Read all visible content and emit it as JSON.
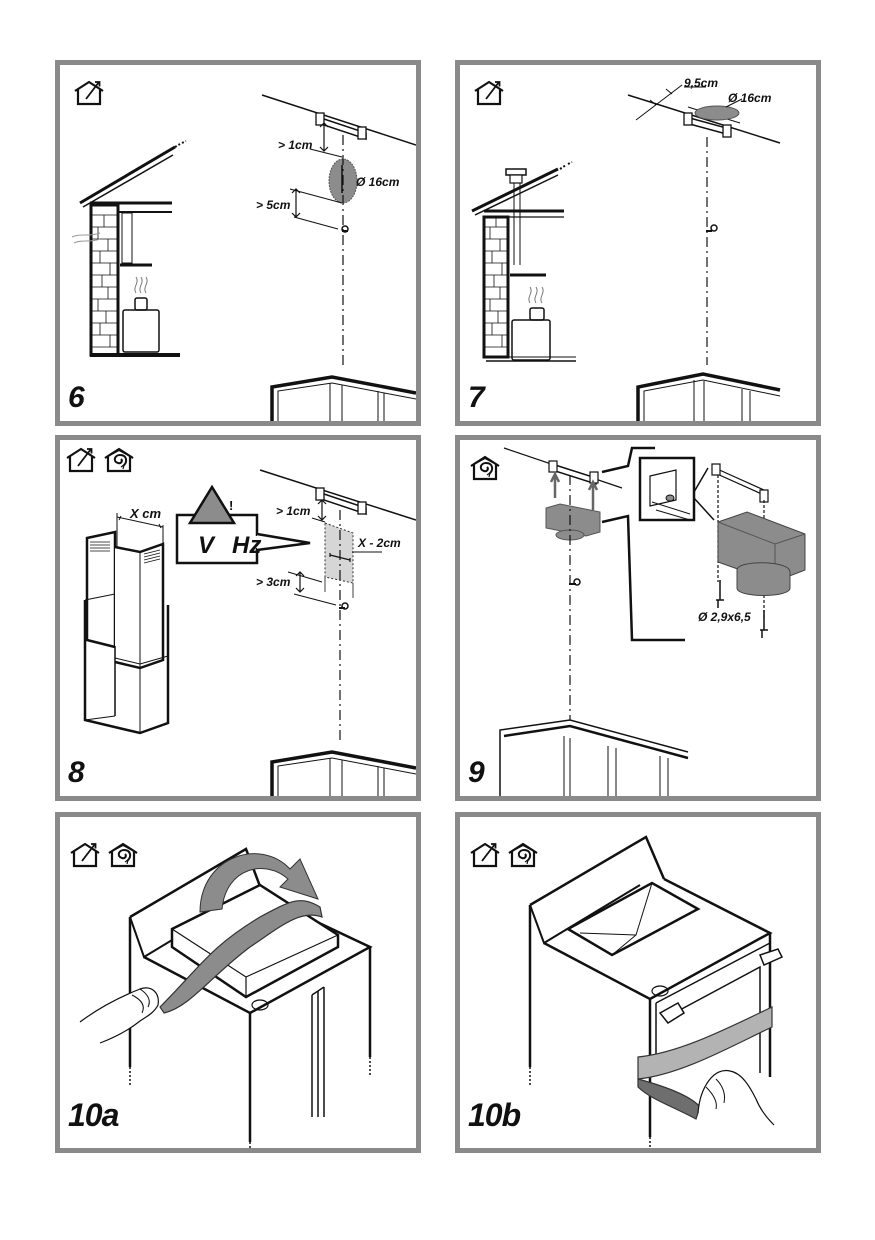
{
  "document": {
    "type": "range hood installation instructions",
    "panels": [
      {
        "step": "6",
        "icons": [
          "ducted-exhaust-icon"
        ],
        "labels": {
          "gap_top": "> 1cm",
          "diameter": "Ø 16cm",
          "gap_bottom": "> 5cm"
        }
      },
      {
        "step": "7",
        "icons": [
          "ducted-exhaust-icon"
        ],
        "labels": {
          "offset": "9,5cm",
          "diameter": "Ø 16cm"
        }
      },
      {
        "step": "8",
        "icons": [
          "ducted-exhaust-icon",
          "recirculation-icon"
        ],
        "labels": {
          "width": "X cm",
          "gap_top": "> 1cm",
          "socket_width": "X - 2cm",
          "gap_bottom": "> 3cm",
          "voltage": "V",
          "frequency": "Hz",
          "warning_symbol": "!"
        }
      },
      {
        "step": "9",
        "icons": [
          "recirculation-icon"
        ],
        "labels": {
          "screw_size": "Ø 2,9x6,5"
        }
      },
      {
        "step": "10a",
        "icons": [
          "ducted-exhaust-icon",
          "recirculation-icon"
        ],
        "labels": {}
      },
      {
        "step": "10b",
        "icons": [
          "ducted-exhaust-icon",
          "recirculation-icon"
        ],
        "labels": {}
      }
    ]
  },
  "colors": {
    "frame": "#8a8a8a",
    "fill_gray": "#8c8c8c",
    "fill_light": "#d6d6d6",
    "ink": "#111111"
  }
}
